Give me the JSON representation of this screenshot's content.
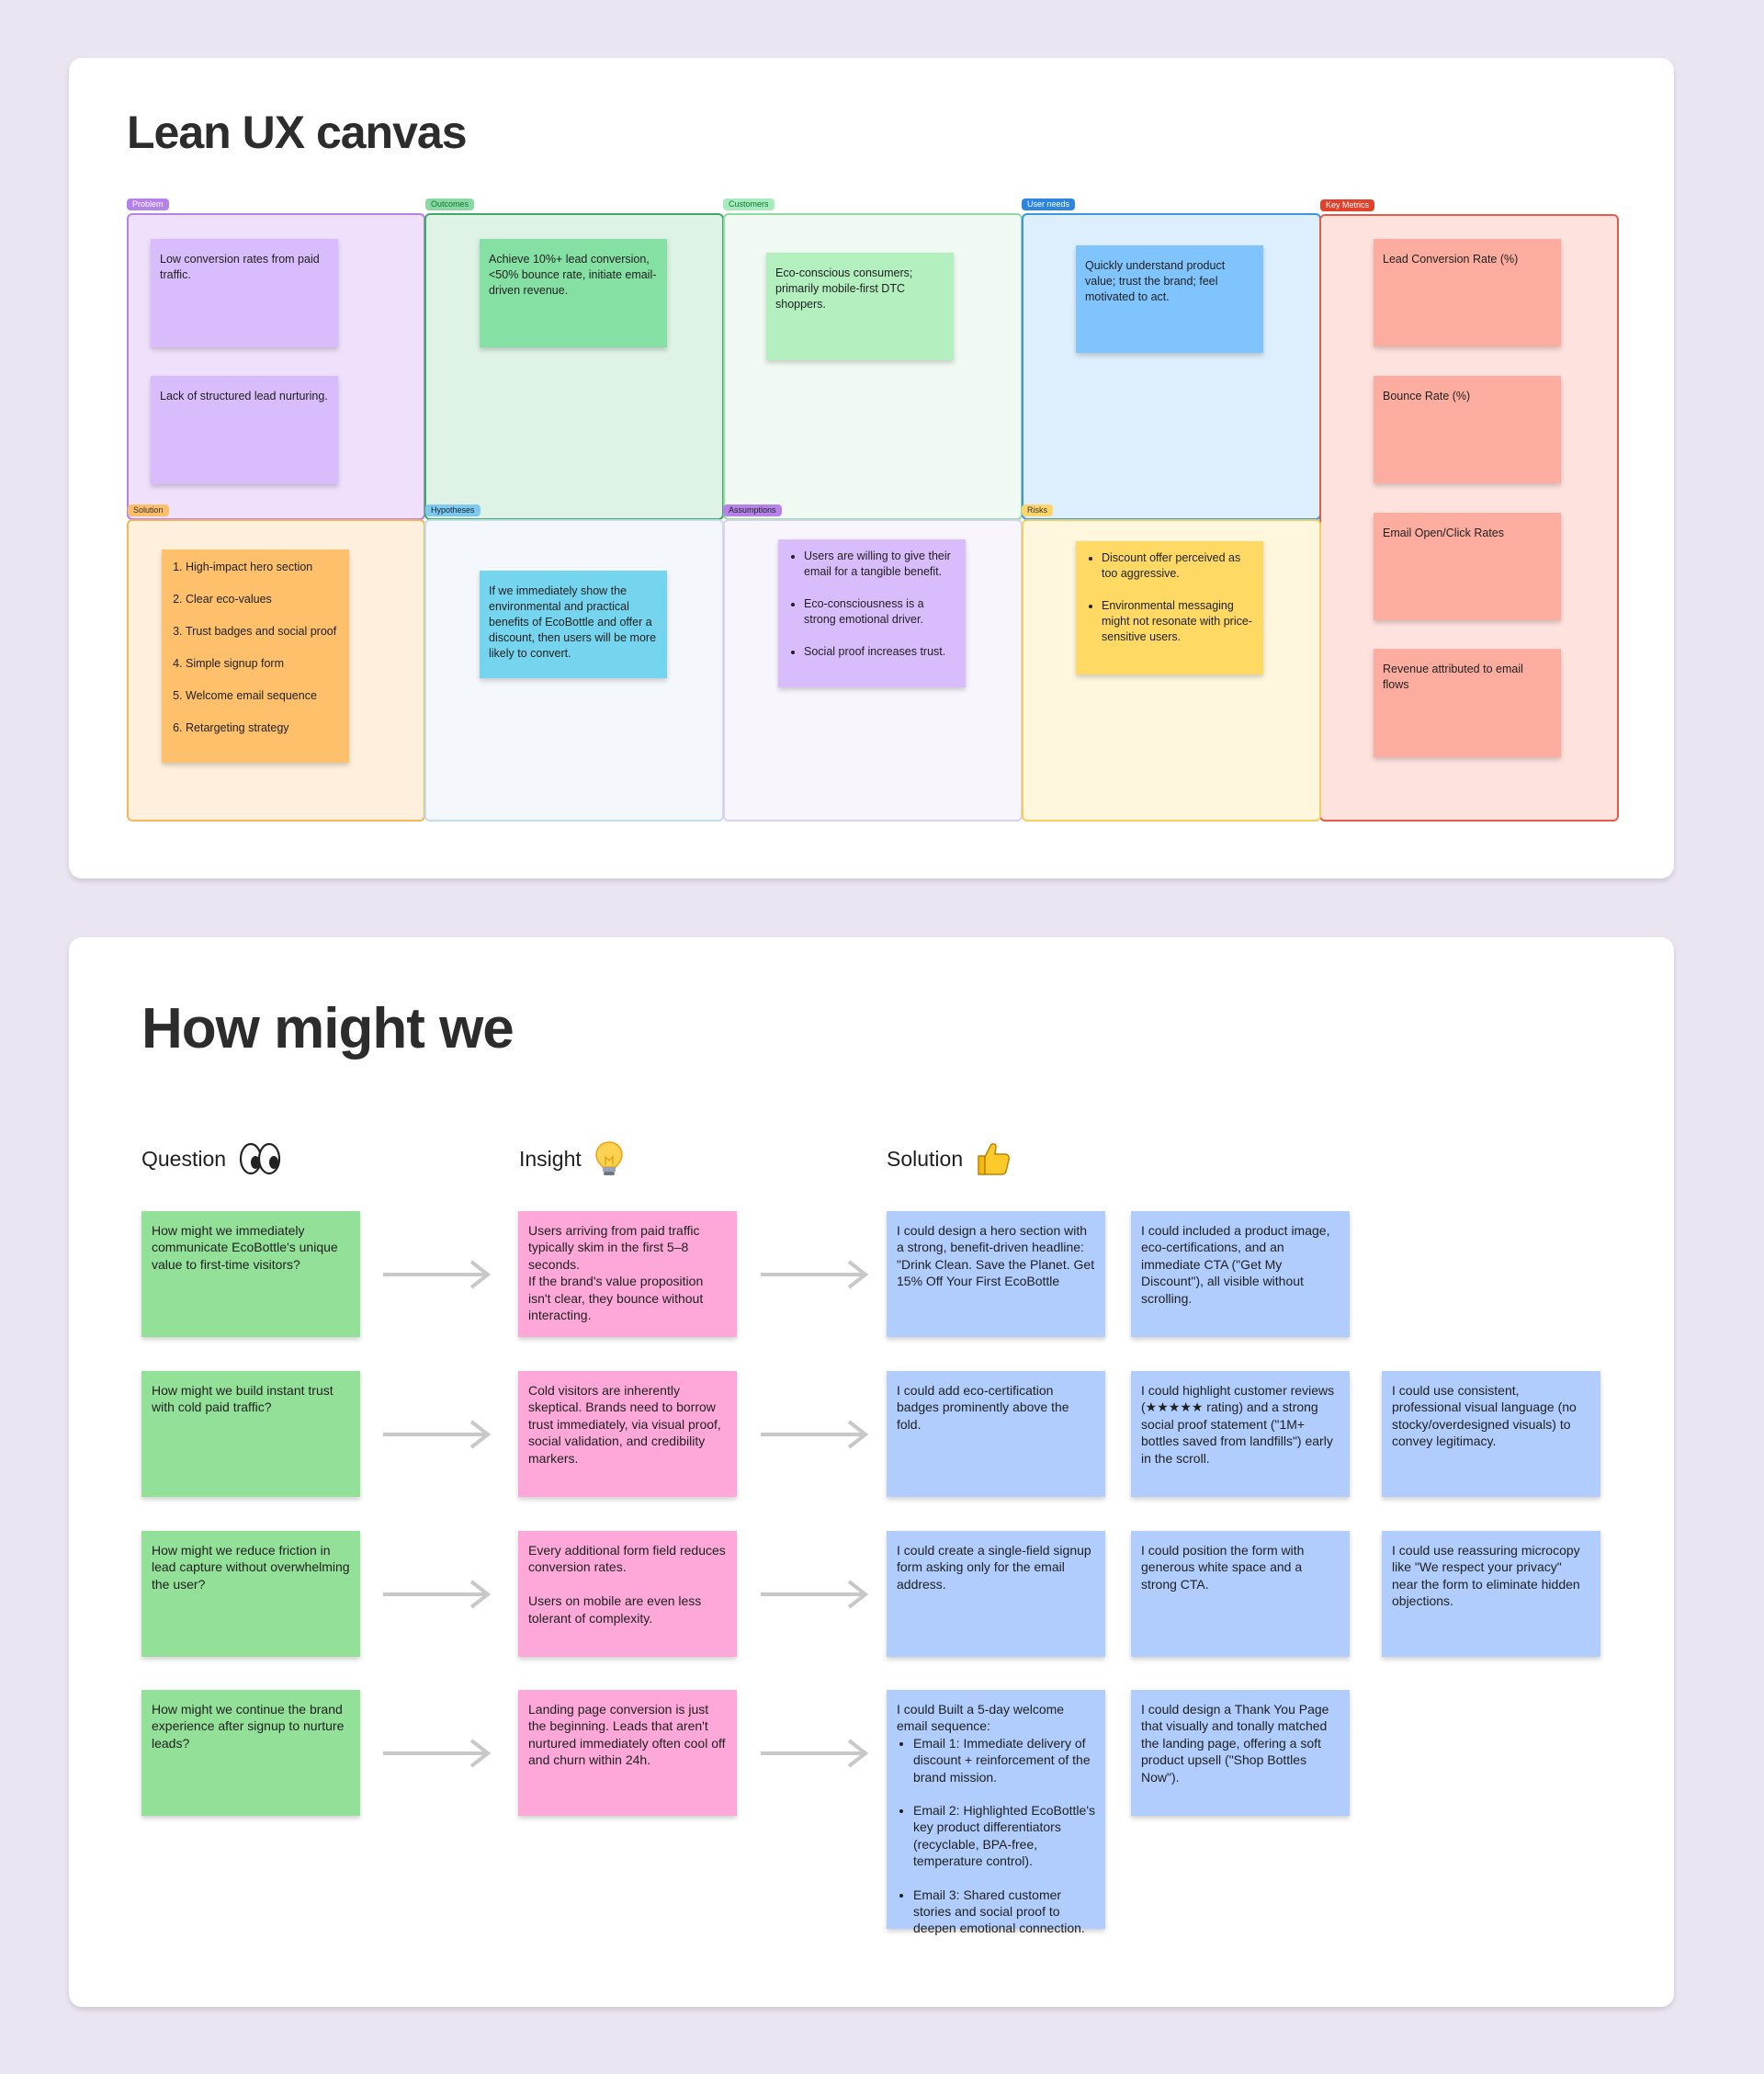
{
  "canvas": {
    "title": "Lean UX canvas",
    "sections": {
      "problem": {
        "label": "Problem",
        "stickies": [
          "Low conversion rates from paid traffic.",
          "Lack of structured lead nurturing."
        ]
      },
      "outcomes": {
        "label": "Outcomes",
        "stickies": [
          "Achieve 10%+ lead conversion, <50% bounce rate, initiate email-driven revenue."
        ]
      },
      "customers": {
        "label": "Customers",
        "stickies": [
          "Eco-conscious consumers; primarily mobile-first DTC shoppers."
        ]
      },
      "user_needs": {
        "label": "User needs",
        "stickies": [
          "Quickly understand product value; trust the brand; feel motivated to act."
        ]
      },
      "key_metrics": {
        "label": "Key Metrics",
        "stickies": [
          "Lead Conversion Rate (%)",
          "Bounce Rate (%)",
          "Email Open/Click Rates",
          "Revenue attributed to email flows"
        ]
      },
      "solution": {
        "label": "Solution",
        "items": [
          "High-impact hero section",
          "Clear eco-values",
          "Trust badges and social proof",
          "Simple signup form",
          "Welcome email sequence",
          "Retargeting strategy"
        ]
      },
      "hypotheses": {
        "label": "Hypotheses",
        "stickies": [
          "If we immediately show the environmental and practical benefits of EcoBottle and offer a discount, then users will be more likely to convert."
        ]
      },
      "assumptions": {
        "label": "Assumptions",
        "items": [
          "Users are willing to give their email for a tangible benefit.",
          "Eco-consciousness is a strong emotional driver.",
          "Social proof increases trust."
        ]
      },
      "risks": {
        "label": "Risks",
        "items": [
          "Discount offer perceived as too aggressive.",
          "Environmental messaging might not resonate with price-sensitive users."
        ]
      }
    }
  },
  "hmw": {
    "title": "How might we",
    "columns": {
      "question": {
        "label": "Question",
        "icon": "eyes-icon"
      },
      "insight": {
        "label": "Insight",
        "icon": "lightbulb-icon"
      },
      "solution": {
        "label": "Solution",
        "icon": "thumbs-up-icon"
      }
    },
    "rows": [
      {
        "question": "How might we immediately communicate EcoBottle's unique value to first-time visitors?",
        "insight": "Users arriving from paid traffic typically skim in the first 5–8 seconds.\n If the brand's value proposition isn't clear, they bounce without interacting.",
        "solutions": [
          "I could design a hero section with a strong, benefit-driven headline: \"Drink Clean. Save the Planet. Get 15% Off Your First EcoBottle",
          "I could included a product image, eco-certifications, and an immediate CTA (\"Get My Discount\"), all visible without scrolling."
        ]
      },
      {
        "question": "How might we build instant trust with cold paid traffic?",
        "insight": "Cold visitors are inherently skeptical. Brands need to borrow trust immediately, via visual proof, social validation, and credibility markers.",
        "solutions": [
          "I could add eco-certification badges prominently above the fold.",
          "I could highlight customer reviews (★★★★★ rating) and a strong social proof statement (\"1M+ bottles saved from landfills\") early in the scroll.",
          "I could use consistent, professional visual language (no stocky/overdesigned visuals) to convey legitimacy."
        ]
      },
      {
        "question": "How might we reduce friction in lead capture without overwhelming the user?",
        "insight": "Every additional form field reduces conversion rates.\n\nUsers on mobile are even less tolerant of complexity.",
        "solutions": [
          "I could create a single-field signup form asking only for the email address.",
          "I could position the form with generous white space and a strong CTA.",
          "I could use reassuring microcopy like \"We respect your privacy\" near the form to eliminate hidden objections."
        ]
      },
      {
        "question": "How might we continue the brand experience after signup to nurture leads?",
        "insight": "Landing page conversion is just the beginning. Leads that aren't nurtured immediately often cool off and churn within 24h.",
        "solution_list": {
          "intro": "I could Built a 5-day welcome email sequence:",
          "items": [
            "Email 1: Immediate delivery of discount + reinforcement of the brand mission.",
            "Email 2: Highlighted EcoBottle's key product differentiators (recyclable, BPA-free, temperature control).",
            "Email 3: Shared customer stories and social proof to deepen emotional connection."
          ]
        },
        "solutions": [
          "I could design a Thank You Page that visually and tonally matched the landing page, offering a soft product upsell (\"Shop Bottles Now\")."
        ]
      }
    ]
  },
  "colors": {
    "background": "#ebe4f1",
    "problem": "#efe0fb",
    "outcomes": "#def2e6",
    "customers": "#f1faf2",
    "user_needs": "#ddeefc",
    "key_metrics": "#fee2dd",
    "solution": "#fef0dc",
    "hypotheses": "#f4f8fd",
    "assumptions": "#f8f6fc",
    "risks": "#fef6dd",
    "sticky_green": "#93e199",
    "sticky_pink": "#fda8d9",
    "sticky_blue": "#b0cdfd"
  }
}
